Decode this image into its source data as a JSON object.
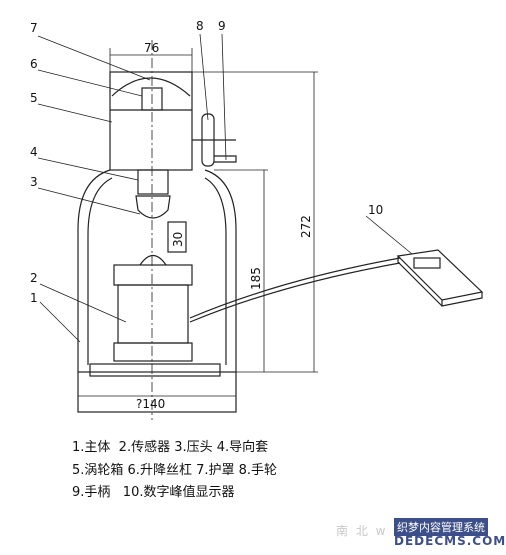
{
  "dimensions": {
    "top_width": "76",
    "height_total": "272",
    "height_mid": "185",
    "base_width": "?140",
    "gap": "30"
  },
  "callouts": [
    "1",
    "2",
    "3",
    "4",
    "5",
    "6",
    "7",
    "8",
    "9",
    "10"
  ],
  "legend": {
    "line1": "1.主体  2.传感器 3.压头 4.导向套",
    "line2": "5.涡轮箱 6.升降丝杠 7.护罩 8.手轮",
    "line3": "9.手柄   10.数字峰值显示器"
  },
  "watermark": {
    "site_faint": "南 北 w",
    "brand": "织梦内容管理系统",
    "domain": "DEDECMS.COM"
  },
  "colors": {
    "line": "#222222",
    "brand_bg": "#3c4f8a",
    "faint": "#c8c8c8"
  }
}
